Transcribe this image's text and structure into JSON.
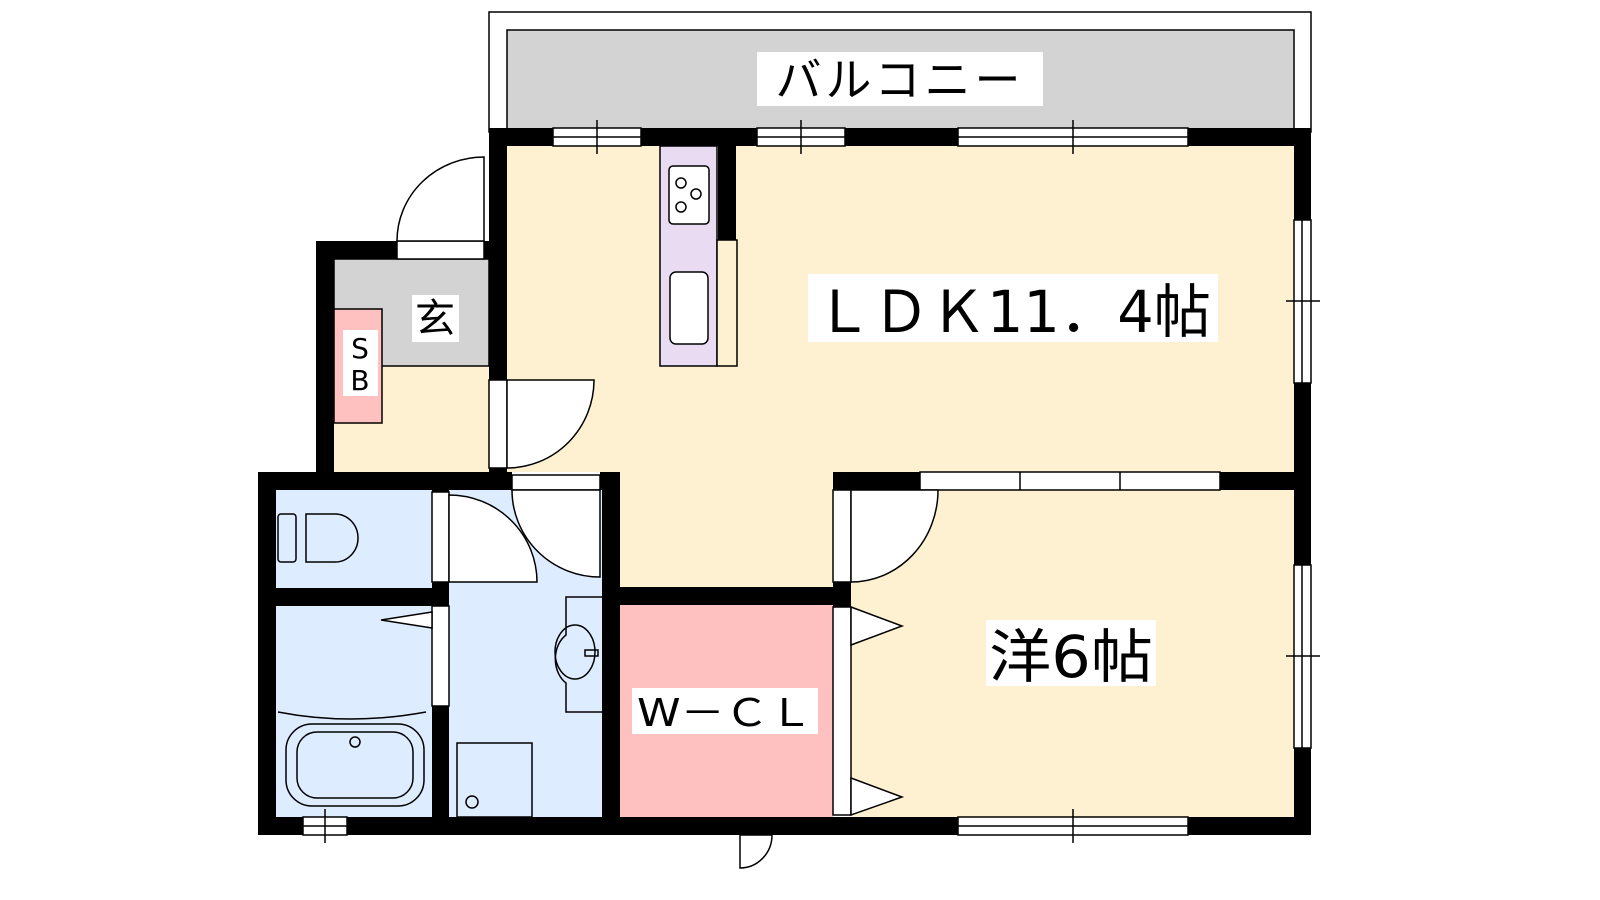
{
  "labels": {
    "balcony": "バルコニー",
    "ldk": "ＬＤＫ11．4帖",
    "entrance": "玄",
    "shoe_box_line1": "S",
    "shoe_box_line2": "B",
    "walk_in_closet": "W－ＣＬ",
    "western_room": "洋6帖"
  },
  "colors": {
    "wall": "#000000",
    "living": "#FEF1D2",
    "wet_area": "#DDECFE",
    "closet": "#FFC0C0",
    "entrance": "#D3D3D3",
    "kitchen": "#E9DCF2"
  }
}
